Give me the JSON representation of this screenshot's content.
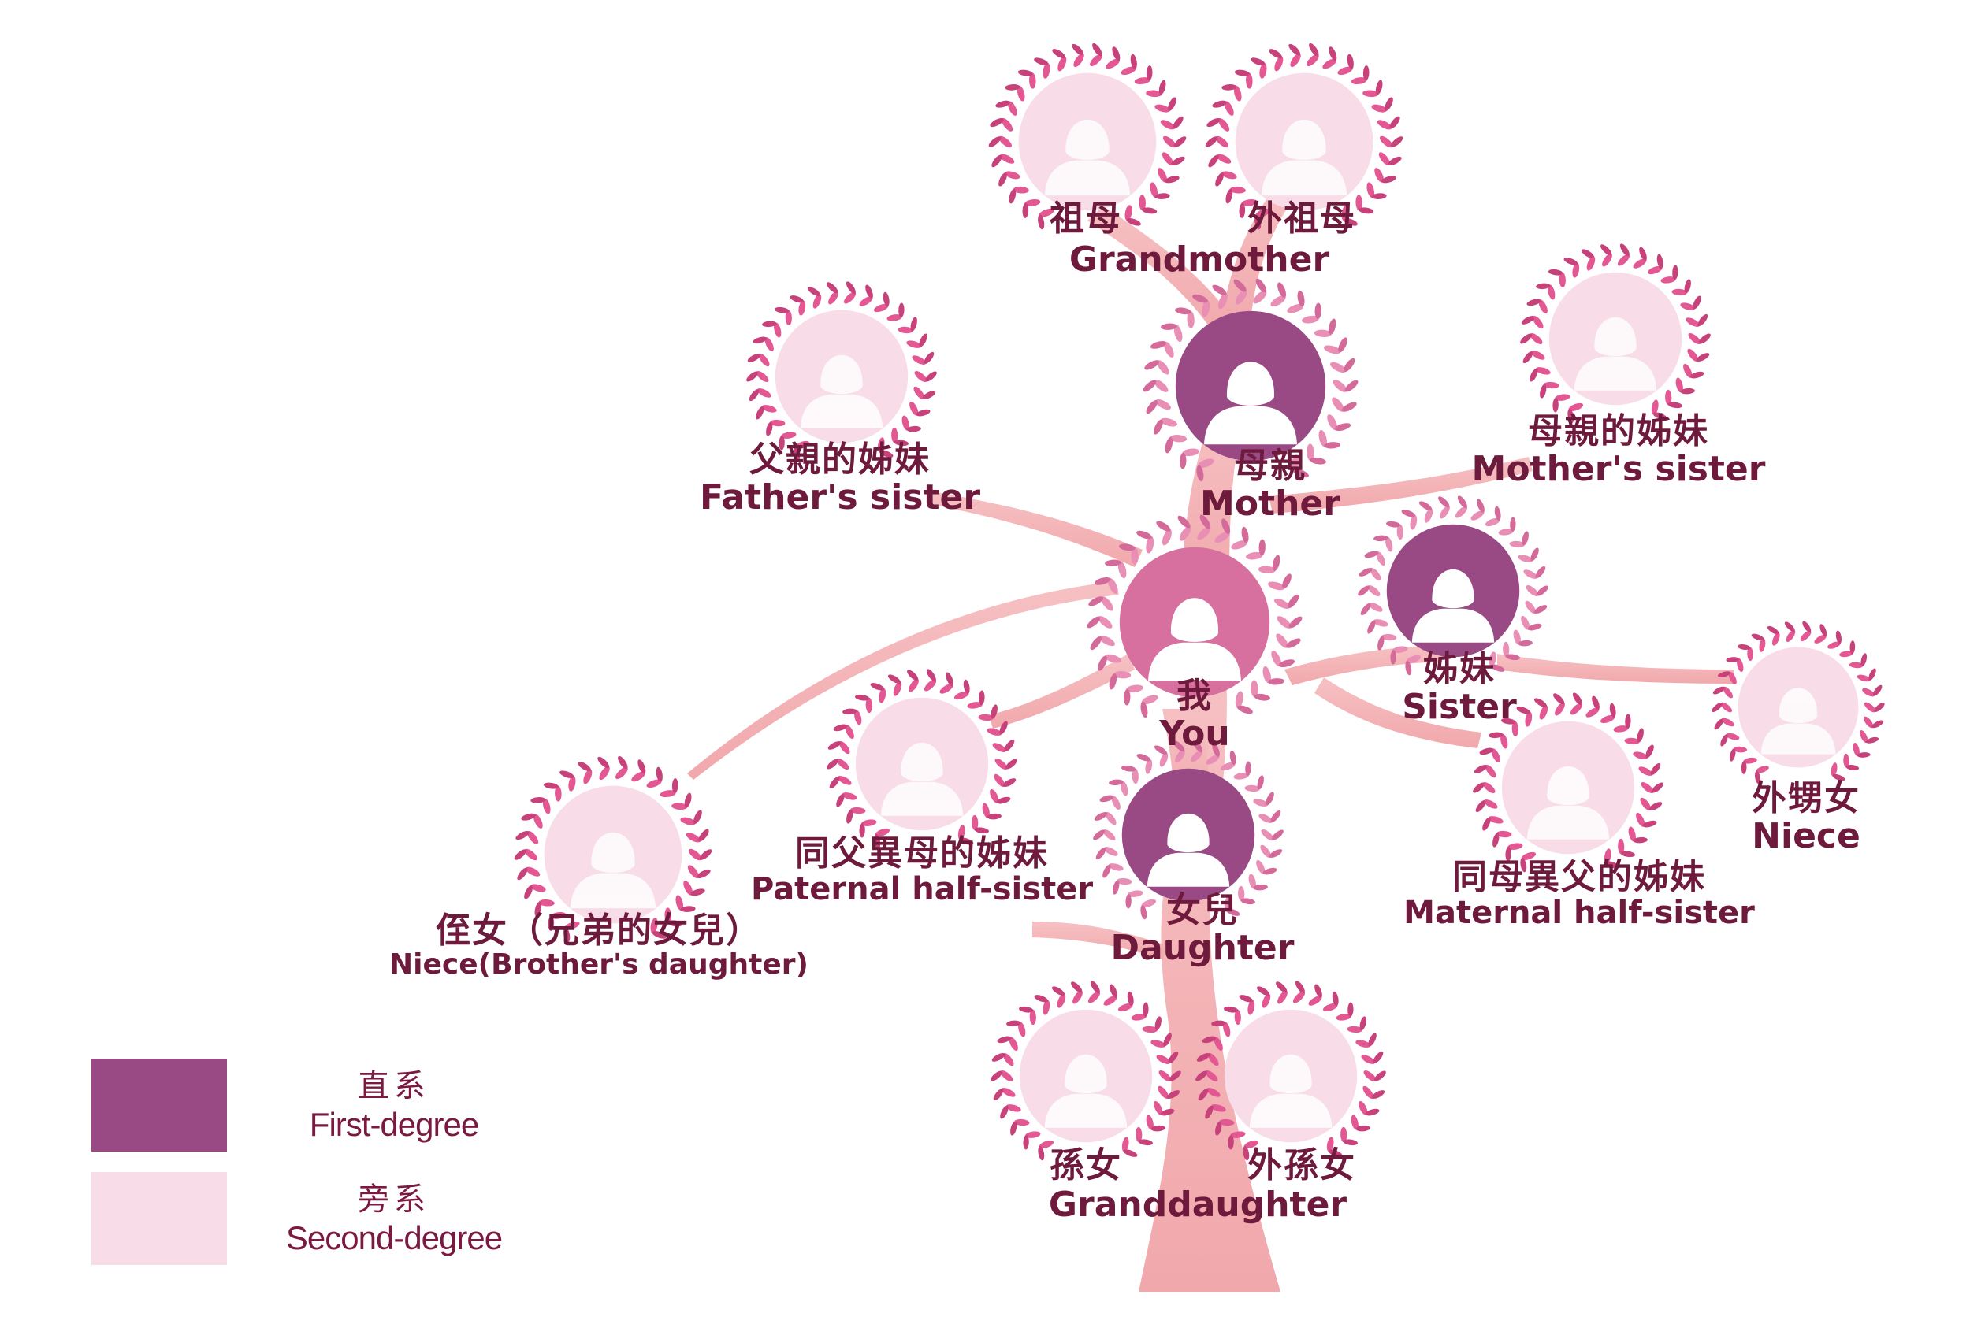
{
  "colors": {
    "first_degree": "#994a84",
    "second_degree": "#f8dde9",
    "self": "#d8709f",
    "trunk": "#f4b4b6",
    "wreath": "#e35893",
    "wreath_dark": "#c7427a",
    "label": "#6e1a3c"
  },
  "nodes": {
    "grandmother_l": {
      "zh": "祖母"
    },
    "grandmother_r": {
      "zh": "外祖母"
    },
    "grandmother_shared": {
      "en": "Grandmother"
    },
    "mother": {
      "zh": "母親",
      "en": "Mother"
    },
    "fathers_sister": {
      "zh": "父親的姊妹",
      "en": "Father's sister"
    },
    "mothers_sister": {
      "zh": "母親的姊妹",
      "en": "Mother's sister"
    },
    "you": {
      "zh": "我",
      "en": "You"
    },
    "sister": {
      "zh": "姊妹",
      "en": "Sister"
    },
    "niece_sister": {
      "zh": "外甥女",
      "en": "Niece"
    },
    "paternal_half_sister": {
      "zh": "同父異母的姊妹",
      "en": "Paternal half-sister"
    },
    "maternal_half_sister": {
      "zh": "同母異父的姊妹",
      "en": "Maternal half-sister"
    },
    "niece_brother": {
      "zh": "侄女（兄弟的女兒）",
      "en": "Niece(Brother's daughter)"
    },
    "daughter": {
      "zh": "女兒",
      "en": "Daughter"
    },
    "granddaughter_l": {
      "zh": "孫女"
    },
    "granddaughter_r": {
      "zh": "外孫女"
    },
    "granddaughter_shared": {
      "en": "Granddaughter"
    }
  },
  "legend": {
    "first": {
      "zh": "直系",
      "en": "First-degree"
    },
    "second": {
      "zh": "旁系",
      "en": "Second-degree"
    }
  }
}
